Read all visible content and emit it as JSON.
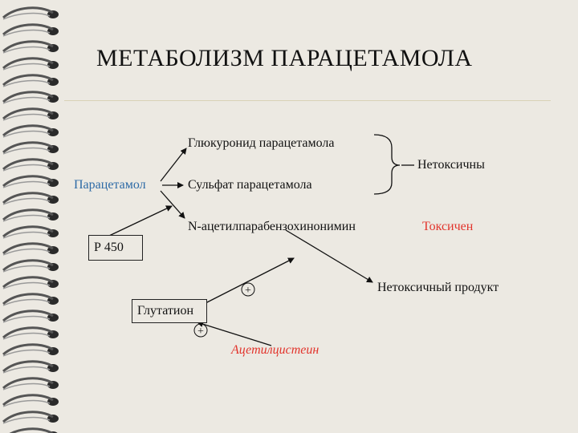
{
  "title": "МЕТАБОЛИЗМ ПАРАЦЕТАМОЛА",
  "nodes": {
    "paracetamol": "Парацетамол",
    "glucuronide": "Глюкуронид  парацетамола",
    "sulfate": "Сульфат парацетамола",
    "napqi": "N-ацетилпарабензохинонимин",
    "nontoxic": "Нетоксичны",
    "toxic": "Токсичен",
    "p450": "Р 450",
    "nontoxic_product": "Нетоксичный  продукт",
    "glutathione": "Глутатион",
    "acetylcysteine": "Ацетилцистеин"
  },
  "symbols": {
    "plus1": "+",
    "plus2": "+"
  },
  "colors": {
    "background": "#ece9e2",
    "text": "#111111",
    "paracetamol": "#2d6aa6",
    "toxic": "#e2342c",
    "acetylcysteine": "#e2342c"
  }
}
